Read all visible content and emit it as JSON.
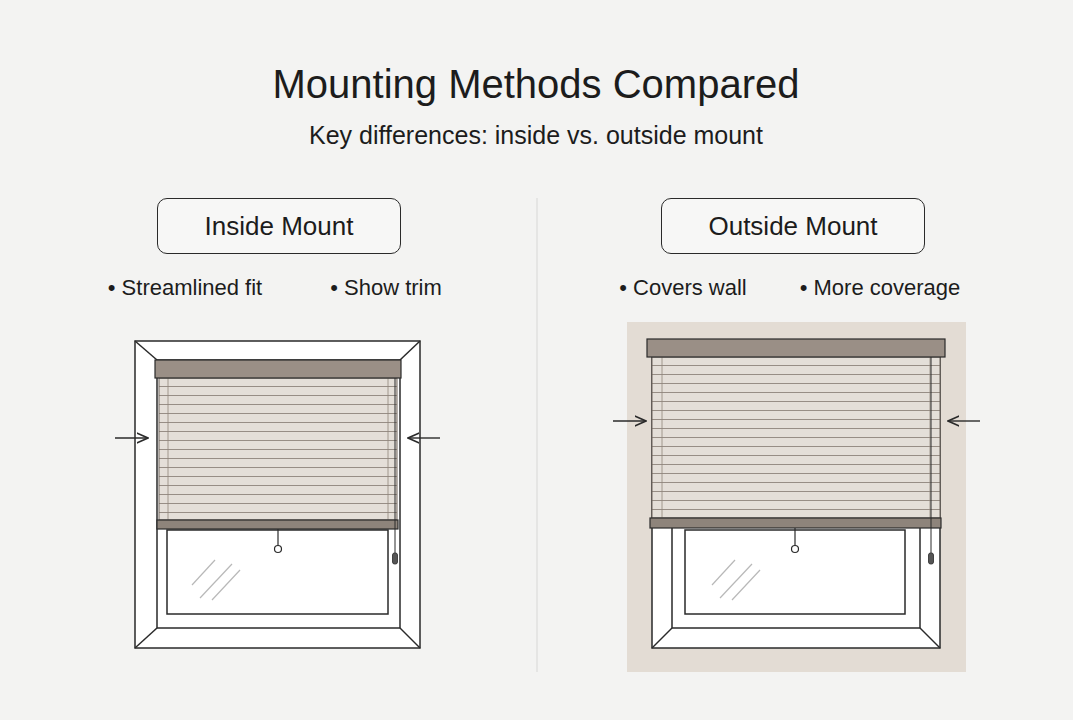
{
  "diagram": {
    "title": "Mounting Methods Compared",
    "nodes": [
      {
        "text": [
          "Inside Mount"
        ]
      },
      {
        "text": [
          "Outside Mount"
        ]
      }
    ],
    "labels": [
      "Key differences: inside vs. outside mount",
      "• Streamlined fit",
      "• Show trim",
      "• Covers wall",
      "• More coverage"
    ]
  }
}
